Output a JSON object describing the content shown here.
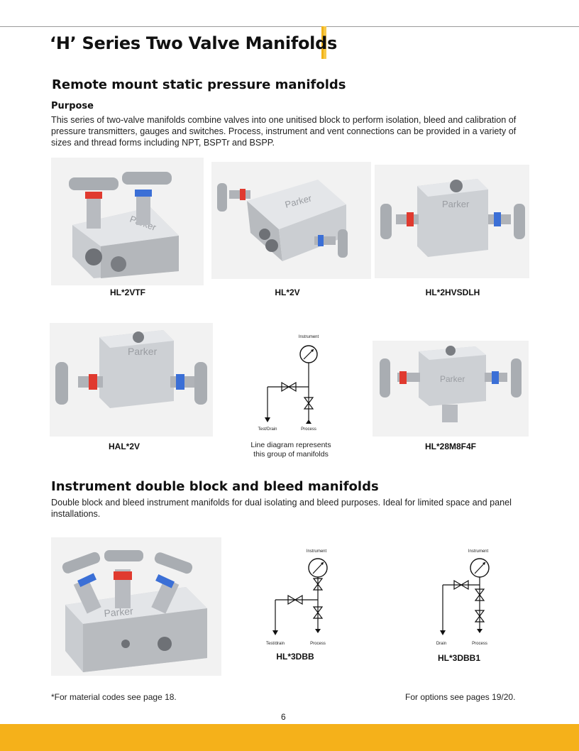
{
  "header": {
    "title": "‘H’ Series Two Valve Manifolds"
  },
  "section1": {
    "title": "Remote mount static pressure manifolds",
    "purpose_heading": "Purpose",
    "purpose_text": "This series of two-valve manifolds combine valves into one unitised block to perform isolation, bleed and calibration of pressure transmitters, gauges and switches. Process, instrument and vent connections can be provided in a variety of sizes and thread forms including NPT, BSPTr and BSPP.",
    "products": [
      {
        "label": "HL*2VTF"
      },
      {
        "label": "HL*2V"
      },
      {
        "label": "HL*2HVSDLH"
      },
      {
        "label": "HAL*2V"
      },
      {
        "label": "HL*28M8F4F"
      }
    ],
    "diagram": {
      "instrument": "Instrument",
      "test_drain": "Test/Drain",
      "process": "Process",
      "caption_line1": "Line diagram represents",
      "caption_line2": "this group of manifolds"
    }
  },
  "section2": {
    "title": "Instrument double block and bleed manifolds",
    "text": "Double block and bleed instrument manifolds for dual isolating and bleed purposes. Ideal for limited space and panel installations.",
    "diagram_a": {
      "instrument": "Instrument",
      "test_drain": "Test/drain",
      "process": "Process",
      "label": "HL*3DBB"
    },
    "diagram_b": {
      "instrument": "Instrument",
      "drain": "Drain",
      "process": "Process",
      "label": "HL*3DBB1"
    }
  },
  "brand": "Parker",
  "footer": {
    "material_note": "*For material codes see page 18.",
    "options_note": "For options see pages 19/20.",
    "page_number": "6"
  },
  "colors": {
    "accent": "#f5b11a",
    "red_cap": "#e03a2f",
    "blue_cap": "#3b6fd6"
  }
}
